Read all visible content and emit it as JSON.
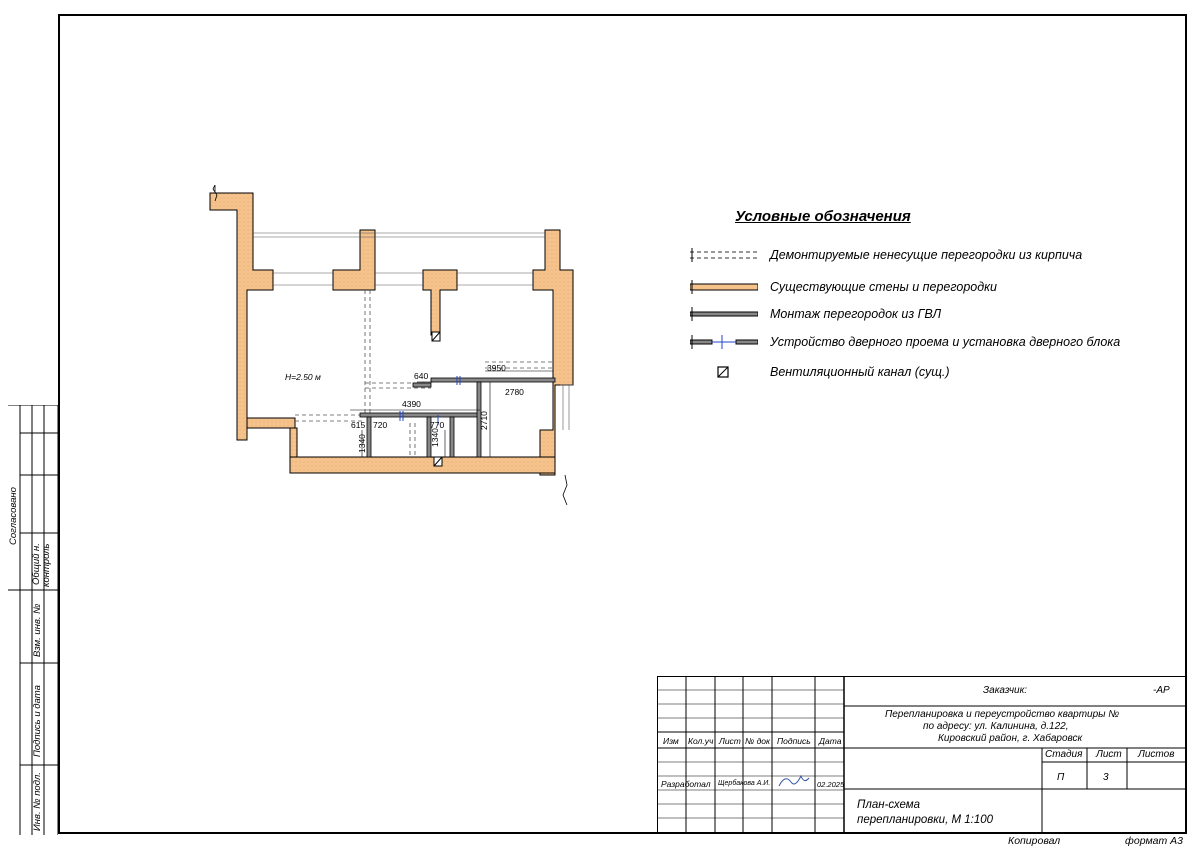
{
  "plan": {
    "height_label": "H=2.50 м",
    "dims": {
      "d640": "640",
      "d3950": "3950",
      "d2780": "2780",
      "d4390": "4390",
      "d2710": "2710",
      "d615": "615",
      "d720": "720",
      "d770": "770",
      "d1340a": "1340",
      "d1340b": "1340"
    },
    "colors": {
      "wall_fill": "#f5c28c",
      "gvl": "#777777",
      "door": "#2244cc"
    }
  },
  "legend": {
    "title": "Условные обозначения",
    "items": [
      {
        "label": "Демонтируемые ненесущие перегородки из кирпича",
        "icon": "dashed-wall-symbol"
      },
      {
        "label": "Существующие стены и перегородки",
        "icon": "existing-wall-symbol"
      },
      {
        "label": "Монтаж перегородок из ГВЛ",
        "icon": "gvl-wall-symbol"
      },
      {
        "label": "Устройство дверного проема и установка дверного блока",
        "icon": "door-opening-symbol"
      },
      {
        "label": "Вентиляционный канал (сущ.)",
        "icon": "vent-duct-symbol"
      }
    ]
  },
  "side_stamp": {
    "soglasovano": "Согласовано",
    "obshiy_kontrol_1": "Общий н.",
    "obshiy_kontrol_2": "контроль",
    "vzam_inv": "Взм. инв. №",
    "podpis_data": "Подпись и дата",
    "inv_podl": "Инв. № подл."
  },
  "title_block": {
    "headers": [
      "Изм",
      "Кол.уч",
      "Лист",
      "№ док",
      "Подпись",
      "Дата"
    ],
    "developed_label": "Разработал",
    "developer_name": "Щербакова А.И.",
    "developed_date": "02.2025",
    "customer_label": "Заказчик:",
    "code": "-АР",
    "project_line1": "Перепланировка и переустройство квартиры №",
    "project_line2": "по адресу: ул. Калинина, д.122,",
    "project_line3": "Кировский район, г. Хабаровск",
    "stage_label": "Стадия",
    "sheet_label": "Лист",
    "sheets_label": "Листов",
    "stage_value": "П",
    "sheet_value": "3",
    "sheets_value": "",
    "drawing_title_1": "План-схема",
    "drawing_title_2": "перепланировки, М 1:100"
  },
  "footer": {
    "copied": "Копировал",
    "format": "формат А3"
  }
}
